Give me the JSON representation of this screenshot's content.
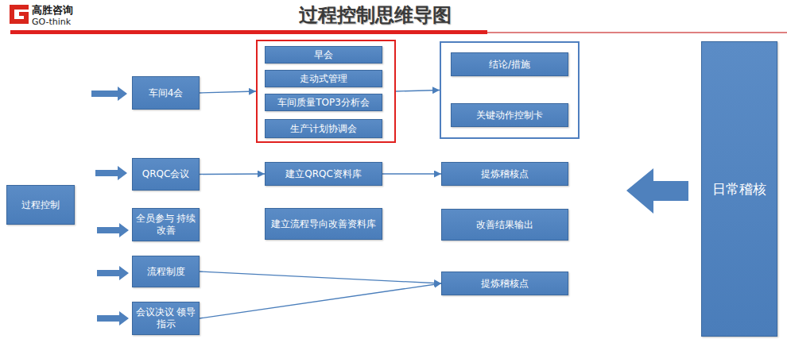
{
  "diagram": {
    "title": "过程控制思维导图",
    "nodes": [
      {
        "text": [
          "过程控制"
        ]
      },
      {
        "text": [
          "车间4会"
        ]
      },
      {
        "text": []
      },
      {
        "text": [
          "早会"
        ],
        "in": 2
      },
      {
        "text": [
          "走动式管理"
        ],
        "in": 2
      },
      {
        "text": [
          "车间质量TOP3分析会"
        ],
        "in": 2
      },
      {
        "text": [
          "生产计划协调会"
        ],
        "in": 2
      },
      {
        "text": []
      },
      {
        "text": [
          "结论/措施"
        ],
        "in": 7
      },
      {
        "text": [
          "关键动作控制卡"
        ],
        "in": 7
      },
      {
        "text": [
          "QRQC会议"
        ]
      },
      {
        "text": [
          "建立QRQC资料库"
        ]
      },
      {
        "text": [
          "提炼稽核点"
        ]
      },
      {
        "text": [
          "全员参与 持续改善"
        ]
      },
      {
        "text": [
          "建立流程导向改善资料库"
        ]
      },
      {
        "text": [
          "改善结果输出"
        ]
      },
      {
        "text": [
          "流程制度"
        ]
      },
      {
        "text": [
          "提炼稽核点"
        ]
      },
      {
        "text": [
          "会议决议 领导指示"
        ]
      },
      {
        "text": [
          "日常稽核"
        ]
      }
    ],
    "edges": [
      {
        "from": 1,
        "to": 2,
        "arrow": "to"
      },
      {
        "from": 2,
        "to": 7,
        "arrow": "to"
      },
      {
        "from": 10,
        "to": 11,
        "arrow": "to"
      },
      {
        "from": 11,
        "to": 12,
        "arrow": "to"
      },
      {
        "from": 16,
        "to": 17,
        "arrow": "to"
      },
      {
        "from": 18,
        "to": 17,
        "arrow": "to"
      }
    ],
    "labels": [
      "高胜咨询",
      "GO-think"
    ]
  }
}
